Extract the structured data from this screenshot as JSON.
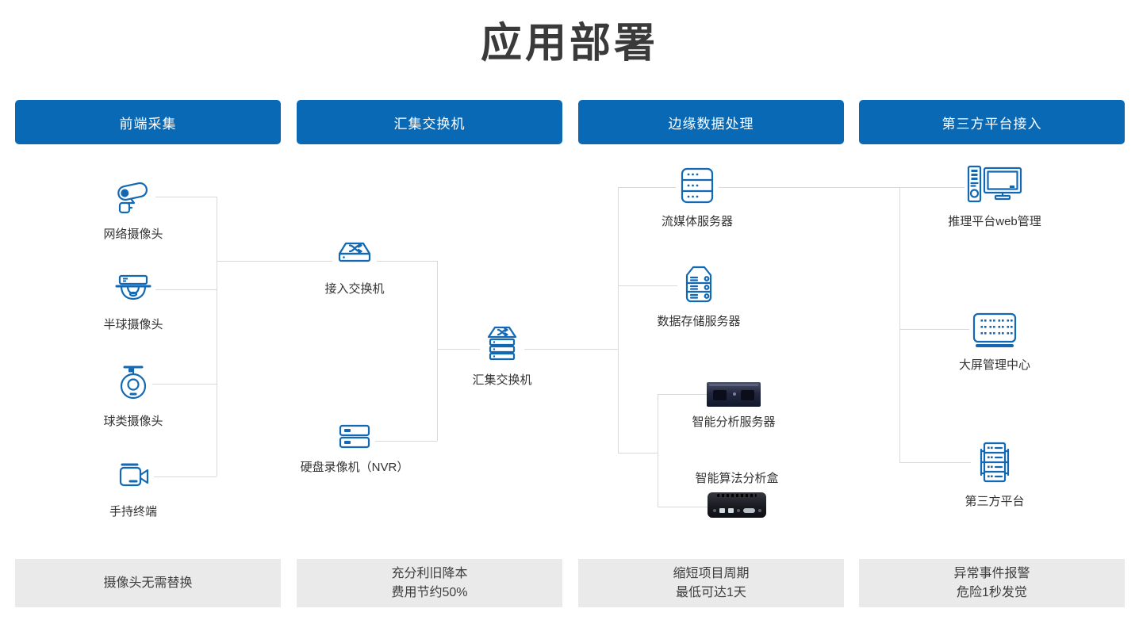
{
  "title": "应用部署",
  "colors": {
    "header_bg": "#0a69b4",
    "icon_blue": "#1268b3",
    "line_gray": "#d9d9d9",
    "panel_bg": "#eaeaea"
  },
  "columns": [
    {
      "header": "前端采集",
      "footer": "摄像头无需替换"
    },
    {
      "header": "汇集交换机",
      "footer": "充分利旧降本\n费用节约50%"
    },
    {
      "header": "边缘数据处理",
      "footer": "缩短项目周期\n最低可达1天"
    },
    {
      "header": "第三方平台接入",
      "footer": "异常事件报警\n危险1秒发觉"
    }
  ],
  "nodes": {
    "network_camera": {
      "label": "网络摄像头"
    },
    "dome_camera": {
      "label": "半球摄像头"
    },
    "ball_camera": {
      "label": "球类摄像头"
    },
    "handheld_terminal": {
      "label": "手持终端"
    },
    "access_switch": {
      "label": "接入交换机"
    },
    "nvr": {
      "label": "硬盘录像机（NVR）"
    },
    "aggregation_switch": {
      "label": "汇集交换机"
    },
    "media_server": {
      "label": "流媒体服务器"
    },
    "storage_server": {
      "label": "数据存储服务器"
    },
    "analysis_server": {
      "label": "智能分析服务器"
    },
    "analysis_box": {
      "label": "智能算法分析盒"
    },
    "inference_web": {
      "label": "推理平台web管理"
    },
    "big_screen": {
      "label": "大屏管理中心"
    },
    "third_party": {
      "label": "第三方平台"
    }
  }
}
